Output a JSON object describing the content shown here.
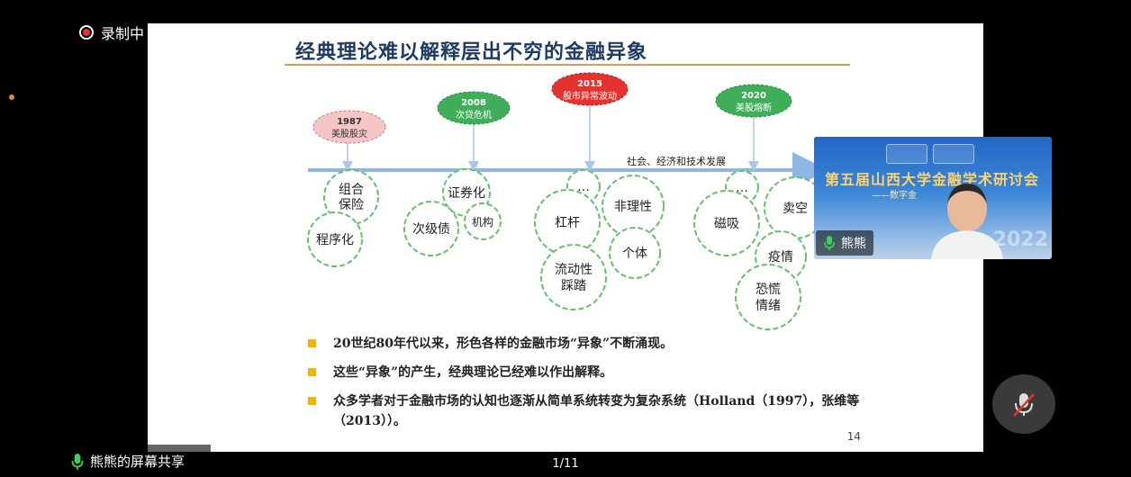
{
  "recording": {
    "label": "录制中"
  },
  "slide": {
    "title": "经典理论难以解释层出不穷的金融异象",
    "page_number": "14",
    "timeline_label": "社会、经济和技术发展",
    "events": [
      {
        "year": "1987",
        "text": "美股股灾",
        "color": "#f3c8c8"
      },
      {
        "year": "2008",
        "text": "次贷危机",
        "color": "#3fae5a"
      },
      {
        "year": "2015",
        "text": "股市异常波动",
        "color": "#e6322e"
      },
      {
        "year": "2020",
        "text": "美股熔断",
        "color": "#3fae5a"
      }
    ],
    "gears": {
      "g1": "组合保险",
      "g2": "程序化",
      "g3": "证券化",
      "g4": "次级债",
      "g5": "机构",
      "g6": "…",
      "g7": "非理性",
      "g8": "杠杆",
      "g9": "个体",
      "g10": "流动性踩踏",
      "g11": "…",
      "g12": "卖空",
      "g13": "磁吸",
      "g14": "疫情",
      "g15": "恐慌情绪"
    },
    "bullets": [
      "20世纪80年代以来，形色各样的金融市场“异象”不断涌现。",
      "这些“异象”的产生，经典理论已经难以作出解释。",
      "众多学者对于金融市场的认知也逐渐从简单系统转变为复杂系统（Holland（1997），张维等（2013））。"
    ]
  },
  "video": {
    "banner_title": "第五届山西大学金融学术研讨会",
    "banner_sub": "——数字金",
    "year": "2022",
    "participant_name": "熊熊"
  },
  "share_label": "熊熊的屏幕共享",
  "pager": "1/11"
}
